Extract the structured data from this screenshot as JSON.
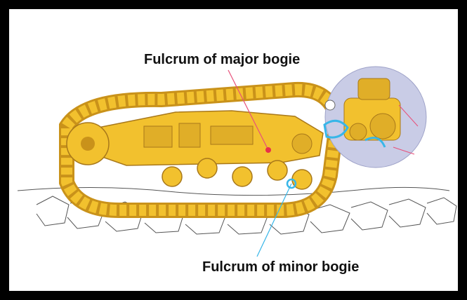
{
  "labels": {
    "major_bogie": "Fulcrum of major bogie",
    "minor_bogie": "Fulcrum of minor bogie"
  },
  "colors": {
    "frame": "#000000",
    "track_yellow": "#F2C12E",
    "track_shadow": "#C9921A",
    "callout_circle": "#C9CCE6",
    "major_pointer": "#E8507A",
    "minor_pointer": "#38B6E8",
    "ground_line": "#555555"
  },
  "icons": {
    "major_fulcrum_marker": "red-dot",
    "minor_fulcrum_marker": "blue-pivot"
  }
}
